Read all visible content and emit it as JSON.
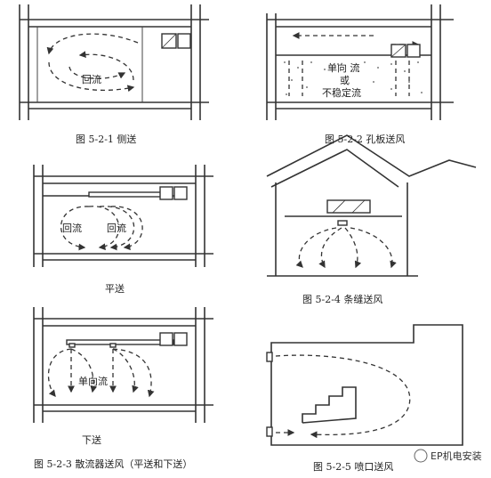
{
  "figures": [
    {
      "id": "5-2-1",
      "caption": "图 5-2-1   侧送",
      "labels": {
        "flow": "回流"
      }
    },
    {
      "id": "5-2-2",
      "caption": "图 5-2-2   孔板送风",
      "labels": {
        "line1": "单向  流",
        "line2": "或",
        "line3": "不稳定流"
      }
    },
    {
      "id": "5-2-3",
      "caption": "图 5-2-3   散流器送风（平送和下送）",
      "labels": {
        "flowL": "回流",
        "flowR": "回流",
        "sub1": "平送",
        "uni": "单向流",
        "sub2": "下送"
      }
    },
    {
      "id": "5-2-4",
      "caption": "图 5-2-4    条缝送风"
    },
    {
      "id": "5-2-5",
      "caption": "图 5-2-5   喷口送风"
    }
  ],
  "watermark": "EP机电安装"
}
